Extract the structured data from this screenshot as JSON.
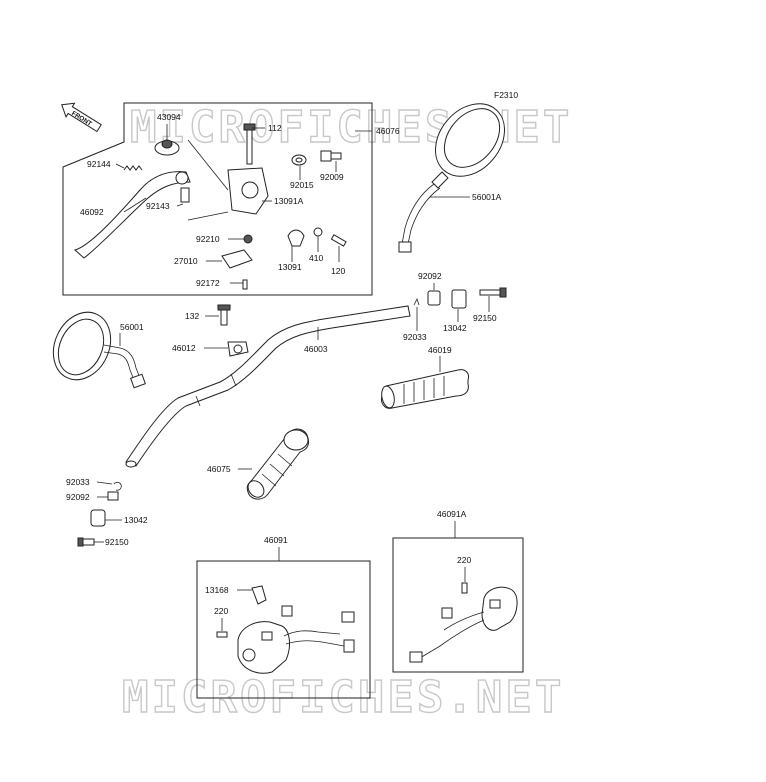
{
  "figure_code": "F2310",
  "front_badge": "FRONT",
  "watermark_text": "MICROFICHES.NET",
  "labels": {
    "l43094": "43094",
    "l112": "112",
    "l46076": "46076",
    "l92144": "92144",
    "l92015": "92015",
    "l92009": "92009",
    "l46092": "46092",
    "l92143": "92143",
    "l13091A": "13091A",
    "l92210": "92210",
    "l27010": "27010",
    "l13091": "13091",
    "l410": "410",
    "l120": "120",
    "l92172": "92172",
    "l56001A": "56001A",
    "l92092a": "92092",
    "l92033a": "92033",
    "l13042a": "13042",
    "l92150a": "92150",
    "l46019": "46019",
    "l56001": "56001",
    "l132": "132",
    "l46012": "46012",
    "l46003": "46003",
    "l46075": "46075",
    "l92033b": "92033",
    "l92092b": "92092",
    "l13042b": "13042",
    "l92150b": "92150",
    "l46091": "46091",
    "l13168": "13168",
    "l220a": "220",
    "l46091A": "46091A",
    "l220b": "220"
  }
}
